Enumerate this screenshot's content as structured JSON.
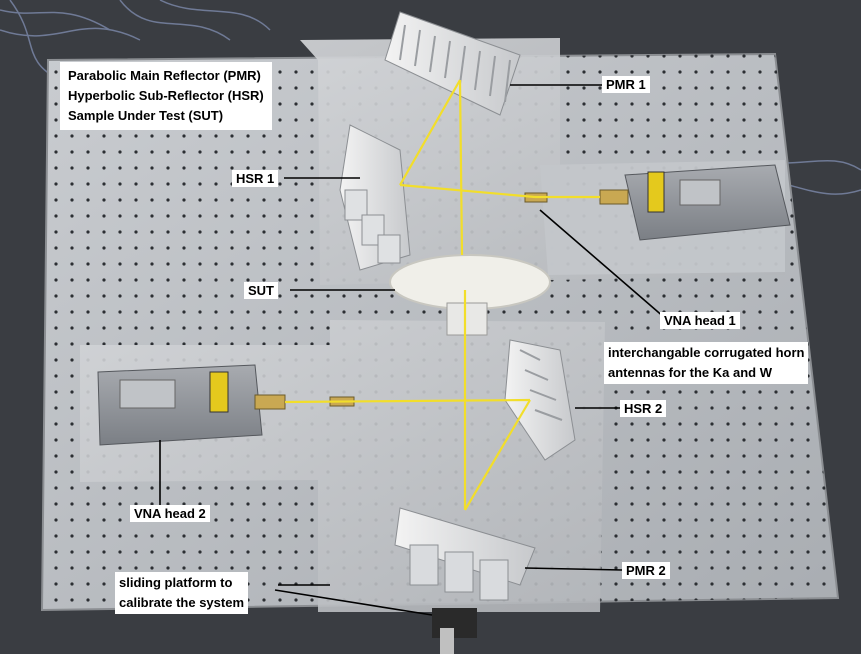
{
  "legend": {
    "line1": "Parabolic Main Reflector (PMR)",
    "line2": "Hyperbolic Sub-Reflector (HSR)",
    "line3": "Sample Under Test (SUT)"
  },
  "labels": {
    "pmr1": "PMR 1",
    "hsr1": "HSR 1",
    "sut": "SUT",
    "vna_head_1": "VNA head 1",
    "horn_line1": "interchangable corrugated horn",
    "horn_line2": "antennas for the Ka and W",
    "hsr2": "HSR 2",
    "vna_head_2": "VNA head 2",
    "pmr2": "PMR 2",
    "sliding_line1": "sliding platform to",
    "sliding_line2": "calibrate the system"
  },
  "colors": {
    "beam": "#f2de2a",
    "table": "#b9bcc0",
    "background": "#3a3d42"
  }
}
